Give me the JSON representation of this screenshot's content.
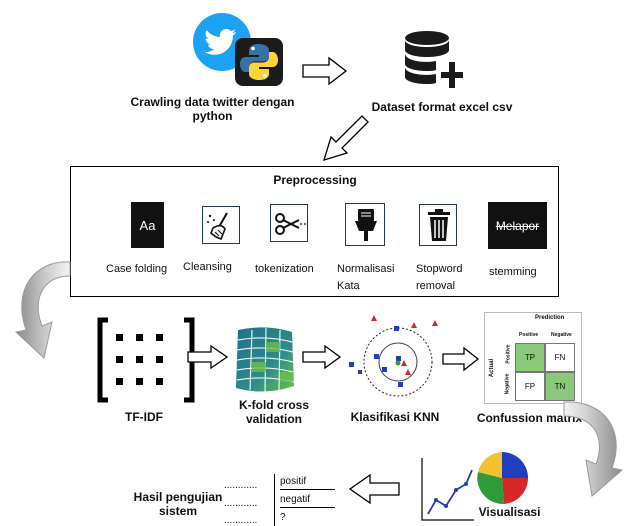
{
  "top": {
    "crawl_label_line1": "Crawling data twitter dengan",
    "crawl_label_line2": "python",
    "dataset_label": "Dataset format excel csv"
  },
  "preprocessing": {
    "title": "Preprocessing",
    "case_folding_icon_text": "Aa",
    "stemming_icon_text": "Melapor",
    "steps": [
      {
        "label": "Case folding"
      },
      {
        "label": "Cleansing"
      },
      {
        "label": "tokenization"
      },
      {
        "label_line1": "Normalisasi",
        "label_line2": "Kata"
      },
      {
        "label_line1": "Stopword",
        "label_line2": "removal"
      },
      {
        "label": "stemming"
      }
    ]
  },
  "pipeline": {
    "tfidf": "TF-IDF",
    "kfold_line1": "K-fold cross",
    "kfold_line2": "validation",
    "knn": "Klasifikasi KNN",
    "confusion": "Confussion matrix"
  },
  "confusion_matrix": {
    "prediction": "Prediction",
    "positive": "Positive",
    "negative": "Negative",
    "actual": "Actual",
    "tp": "TP",
    "fn": "FN",
    "fp": "FP",
    "tn": "TN"
  },
  "bottom": {
    "visualisasi": "Visualisasi",
    "hasil_line1": "Hasil pengujian",
    "hasil_line2": "sistem",
    "dots": "............",
    "results": [
      "positif",
      "negatif",
      "?"
    ]
  },
  "colors": {
    "twitter": "#1da1f2",
    "python_blue": "#3572a5",
    "python_yellow": "#ffd43b",
    "kfold_teal": "#2e8b8b",
    "kfold_green": "#6abf4b",
    "cm_green": "#8bc97a",
    "knn_blue": "#1f3fbf",
    "knn_red": "#d62828"
  }
}
